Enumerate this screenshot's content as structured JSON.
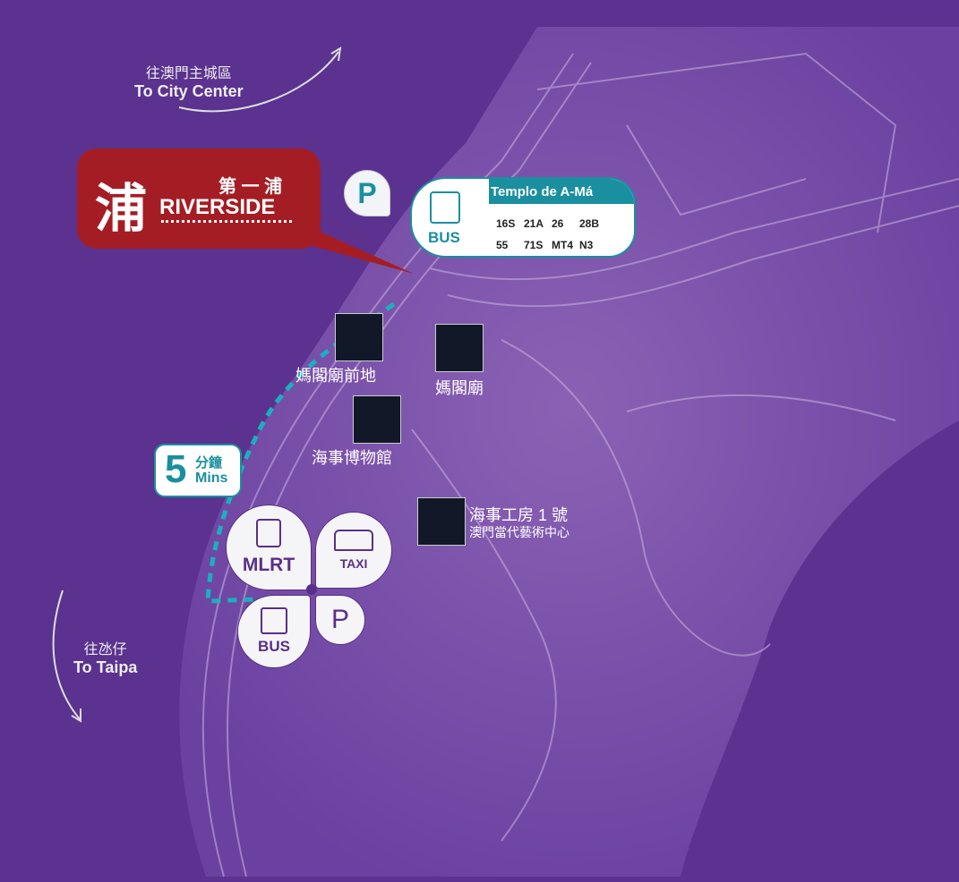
{
  "directions": {
    "city_zh": "往澳門主城區",
    "city_en": "To City Center",
    "taipa_zh": "往氹仔",
    "taipa_en": "To Taipa"
  },
  "brand": {
    "char": "浦",
    "zh": "第 一 浦",
    "en": "RIVERSIDE"
  },
  "parking_label": "P",
  "bus_stop": {
    "name": "Templo de A-Má",
    "icon_label": "BUS",
    "routes": [
      "16S",
      "21A",
      "26",
      "28B",
      "55",
      "71S",
      "MT4",
      "N3"
    ]
  },
  "walk": {
    "minutes": "5",
    "unit_zh": "分鐘",
    "unit_en": "Mins"
  },
  "landmarks": {
    "square": "媽閣廟前地",
    "temple": "媽閣廟",
    "museum": "海事博物館",
    "workshop": "海事工房 1 號",
    "workshop_sub": "澳門當代藝術中心"
  },
  "transport": {
    "mlrt": "MLRT",
    "taxi": "TAXI",
    "bus": "BUS",
    "parking": "P"
  },
  "colors": {
    "teal": "#1a8fa0",
    "red": "#a51d24",
    "purple": "#5a2f8a"
  }
}
